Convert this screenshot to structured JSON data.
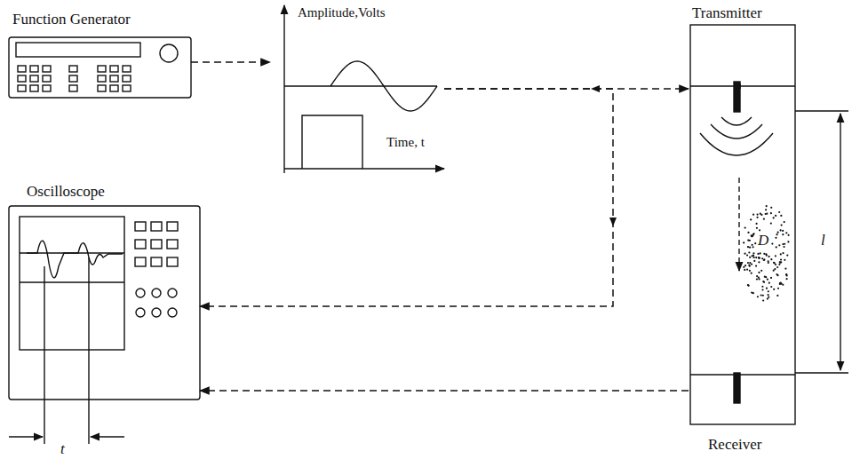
{
  "diagram": {
    "nodes": [
      {
        "text": [
          "Function Generator"
        ]
      },
      {
        "text": [
          "Amplitude,Volts",
          "Time, t"
        ]
      },
      {
        "text": [
          "Transmitter",
          "Receiver"
        ]
      },
      {
        "text": [
          "Oscilloscope"
        ]
      }
    ],
    "edges": [
      {
        "from": 0,
        "to": 1,
        "arrow": "to"
      },
      {
        "from": 1,
        "to": 2,
        "arrow": "to"
      },
      {
        "from": 1,
        "to": 3,
        "arrow": "to"
      },
      {
        "from": 2,
        "to": 3,
        "arrow": "to"
      }
    ],
    "labels": [
      "D",
      "l",
      "t"
    ]
  }
}
